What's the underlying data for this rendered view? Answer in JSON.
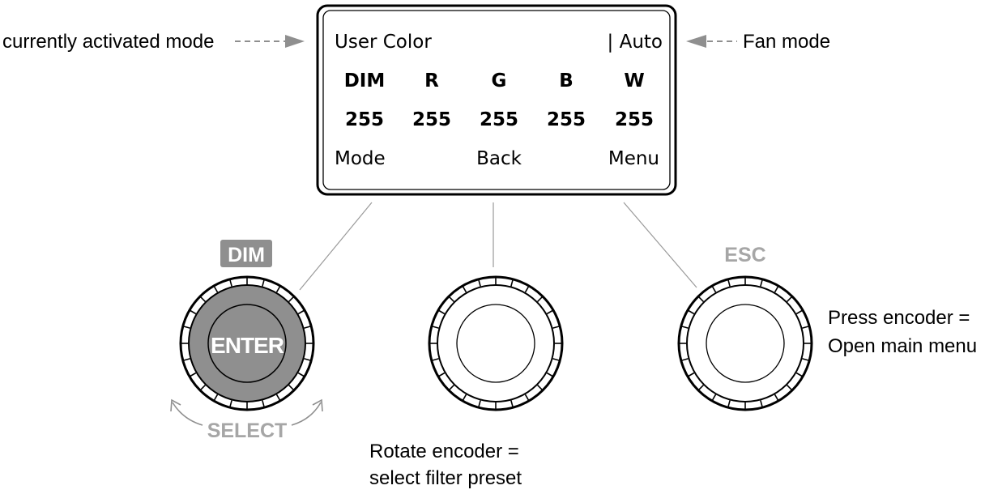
{
  "display": {
    "mode_name": "User Color",
    "fan_indicator": "| Auto",
    "channels": [
      {
        "label": "DIM",
        "value": "255"
      },
      {
        "label": "R",
        "value": "255"
      },
      {
        "label": "G",
        "value": "255"
      },
      {
        "label": "B",
        "value": "255"
      },
      {
        "label": "W",
        "value": "255"
      }
    ],
    "softkeys": {
      "left": "Mode",
      "center": "Back",
      "right": "Menu"
    }
  },
  "callouts": {
    "current_mode": "currently activated mode",
    "fan_mode": "Fan mode",
    "rotate_line1": "Rotate encoder =",
    "rotate_line2": "select filter preset",
    "press_line1": "Press encoder =",
    "press_line2": "Open main menu"
  },
  "encoders": {
    "left": {
      "top_label": "DIM",
      "center_label": "ENTER",
      "bottom_label": "SELECT"
    },
    "right": {
      "top_label": "ESC"
    }
  },
  "colors": {
    "line": "#000000",
    "gray": "#8f8f8f",
    "light_gray": "#a6a6a6",
    "callout_line": "#9a9a9a"
  }
}
